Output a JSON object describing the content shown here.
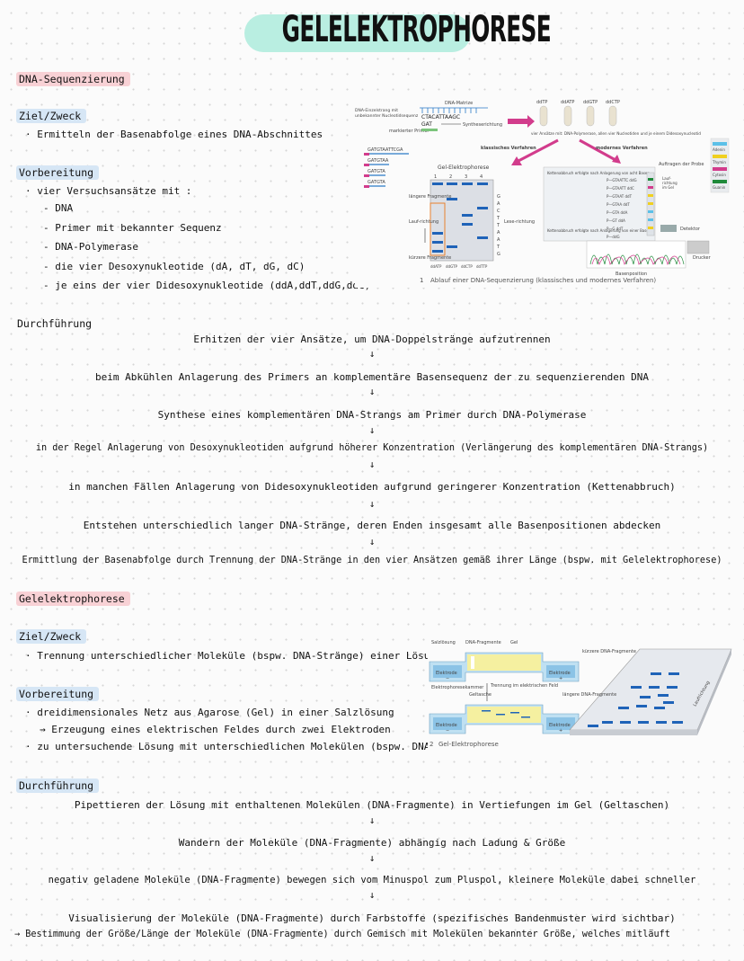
{
  "title": "GELELEKTROPHORESE",
  "section1": {
    "heading": "DNA-Sequenzierung",
    "ziel_heading": "Ziel/Zweck",
    "ziel_items": [
      "· Ermitteln der Basenabfolge eines DNA-Abschnittes"
    ],
    "vorbereitung_heading": "Vorbereitung",
    "vorbereitung_intro": "· vier Versuchsansätze mit :",
    "vorbereitung_items": [
      "- DNA",
      "- Primer mit bekannter Sequenz",
      "- DNA-Polymerase",
      "- die vier Desoxynukleotide (dA, dT, dG, dC)",
      "- je eins der vier Didesoxynukleotide (ddA,ddT,ddG,ddC)"
    ],
    "durchfuehrung_heading": "Durchführung",
    "steps": [
      "Erhitzen der vier Ansätze, um DNA-Doppelstränge aufzutrennen",
      "beim Abkühlen Anlagerung des Primers an komplementäre Basensequenz der zu sequenzierenden DNA",
      "Synthese eines komplementären DNA-Strangs am Primer durch DNA-Polymerase",
      "in der Regel Anlagerung von Desoxynukleotiden aufgrund höherer Konzentration (Verlängerung des komplementären DNA-Strangs)",
      "in manchen Fällen Anlagerung von Didesoxynukleotiden aufgrund geringerer Konzentration (Kettenabbruch)",
      "Entstehen unterschiedlich langer DNA-Stränge, deren Enden insgesamt alle Basenpositionen abdecken",
      "Ermittlung der Basenabfolge durch Trennung der DNA-Stränge in den vier Ansätzen gemäß ihrer Länge (bspw. mit Gelelektrophorese)"
    ],
    "figure": {
      "caption_num": "1",
      "caption": "Ablauf einer DNA-Sequenzierung (klassisches und modernes Verfahren)",
      "dna_matrix": "DNA-Matrize",
      "einzelstrang": "DNA-Einzelstrang mit unbekannter Nucleotidsequenz",
      "sequence_top": "CTACATTAAGC",
      "sequence_bottom": "GAT",
      "synthese": "Syntheserichtung",
      "primer": "markierter Primer",
      "tubes": [
        "ddTP",
        "ddATP",
        "ddGTP",
        "ddCTP"
      ],
      "vier_ansaetze": "vier Ansätze mit: DNA-Polymerase, allen vier Nucleotiden und je einem Didesoxynucleotid",
      "klassisch": "klassisches Verfahren",
      "modern": "modernes Verfahren",
      "gel": "Gel-Elektrophorese",
      "laengere": "längere Fragmente",
      "kuerzere": "kürzere Fragmente",
      "lauf": "Lauf-richtung",
      "lese": "Lese-richtung",
      "lanes": [
        "ddATP",
        "ddGTP",
        "ddCTP",
        "ddTTP"
      ],
      "read_seq": [
        "G",
        "A",
        "C",
        "T",
        "T",
        "A",
        "A",
        "T",
        "G"
      ],
      "legend": [
        "Adenin",
        "Thymin",
        "Cytosin",
        "Guanin"
      ],
      "auftragen": "Auftragen der Probe",
      "detektor": "Detektor",
      "drucker": "Drucker",
      "basenposition": "Basenposition",
      "kettenabbruch_top": "Kettenabbruch erfolgte nach Anlagerung von acht Basen",
      "kettenabbruch_bottom": "Kettenabbruch erfolgte nach Anlagerung von einer Base",
      "fragments": [
        "P—GTAATTC ddG",
        "P—GTAATT ddC",
        "P—GTAAT ddT",
        "P—GTAA ddT",
        "P—GTA ddA",
        "P—GT ddA",
        "P—G ddT",
        "P—ddG"
      ]
    }
  },
  "section2": {
    "heading": "Gelelektrophorese",
    "ziel_heading": "Ziel/Zweck",
    "ziel_items": [
      "· Trennung unterschiedlicher Moleküle (bspw. DNA-Stränge) einer Lösung"
    ],
    "vorbereitung_heading": "Vorbereitung",
    "vorbereitung_items": [
      "· dreidimensionales Netz aus Agarose (Gel) in einer Salzlösung",
      "→ Erzeugung eines elektrischen Feldes durch zwei Elektroden",
      "· zu untersuchende Lösung mit unterschiedlichen Molekülen (bspw. DNA)"
    ],
    "durchfuehrung_heading": "Durchführung",
    "steps": [
      "Pipettieren der Lösung mit enthaltenen Molekülen (DNA-Fragmente) in Vertiefungen im Gel (Geltaschen)",
      "Wandern der Moleküle (DNA-Fragmente) abhängig nach Ladung & Größe",
      "negativ geladene Moleküle (DNA-Fragmente) bewegen sich vom Minuspol zum Pluspol, kleinere Moleküle dabei schneller",
      "Visualisierung der Moleküle (DNA-Fragmente) durch Farbstoffe (spezifisches Bandenmuster wird sichtbar)"
    ],
    "conclusion": "→ Bestimmung der Größe/Länge der Moleküle (DNA-Fragmente) durch Gemisch mit Molekülen bekannter Größe, welches mitläuft",
    "figure": {
      "caption_num": "2",
      "caption": "Gel-Elektrophorese",
      "salzloesung": "Salzlösung",
      "dna_fragmente": "DNA-Fragmente",
      "gel": "Gel",
      "elektrode": "Elektrode",
      "kammer": "Elektrophoresekammer",
      "geltasche": "Geltasche",
      "trennung": "Trennung im elektrischen Feld",
      "kuerzere": "kürzere DNA-Fragmente",
      "laengere": "längere DNA-Fragmente",
      "laufrichtung": "Laufrichtung",
      "minus": "−",
      "plus": "+"
    }
  },
  "arrow": "↓",
  "colors": {
    "title_highlight": "#b9eee1",
    "red_highlight": "#f8d1d5",
    "blue_highlight": "#d6e6f5",
    "green_highlight": "#d8eed8",
    "band_blue": "#1f63b8",
    "magenta": "#d23c8c"
  }
}
